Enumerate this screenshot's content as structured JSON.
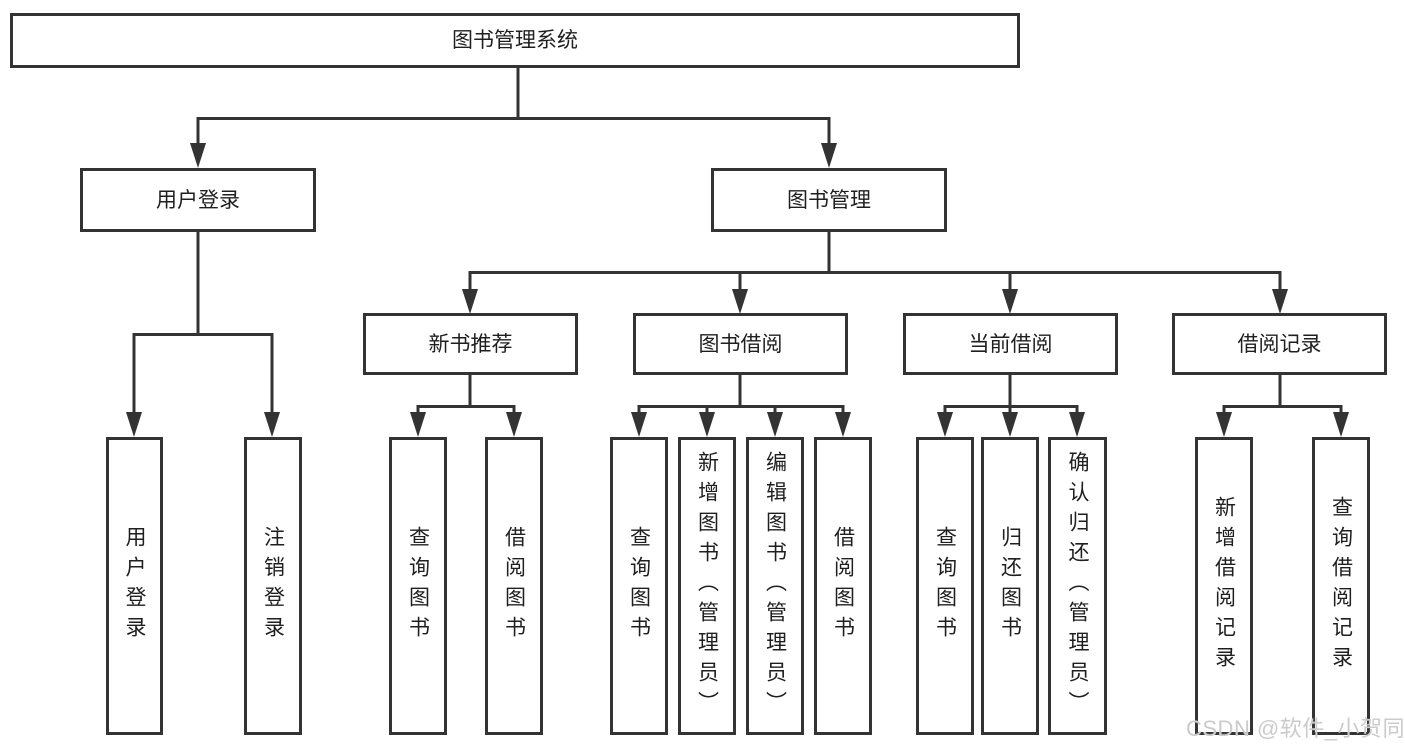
{
  "tree": {
    "label": "图书管理系统",
    "children": [
      {
        "label": "用户登录",
        "children": [
          {
            "label": "用户登录"
          },
          {
            "label": "注销登录"
          }
        ]
      },
      {
        "label": "图书管理",
        "children": [
          {
            "label": "新书推荐",
            "children": [
              {
                "label": "查询图书"
              },
              {
                "label": "借阅图书"
              }
            ]
          },
          {
            "label": "图书借阅",
            "children": [
              {
                "label": "查询图书"
              },
              {
                "label": "新增图书（管理员）"
              },
              {
                "label": "编辑图书（管理员）"
              },
              {
                "label": "借阅图书"
              }
            ]
          },
          {
            "label": "当前借阅",
            "children": [
              {
                "label": "查询图书"
              },
              {
                "label": "归还图书"
              },
              {
                "label": "确认归还（管理员）"
              }
            ]
          },
          {
            "label": "借阅记录",
            "children": [
              {
                "label": "新增借阅记录"
              },
              {
                "label": "查询借阅记录"
              }
            ]
          }
        ]
      }
    ]
  },
  "watermark": "CSDN @软件_小贺同学",
  "colors": {
    "line": "#333333",
    "text": "#1f1f1f",
    "watermark": "#cbcbcb",
    "background": "#ffffff"
  }
}
